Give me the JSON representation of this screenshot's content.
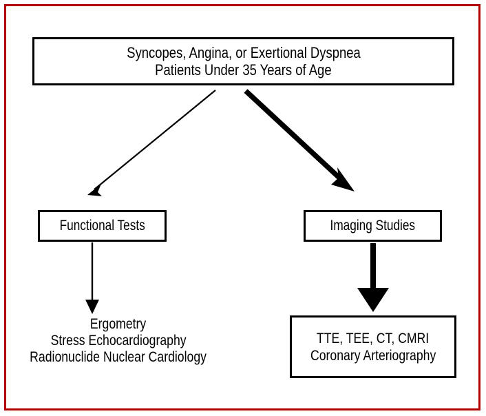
{
  "figure": {
    "type": "flowchart",
    "border_color": "#b00000",
    "line_color": "#000000",
    "background": "#ffffff"
  },
  "nodes": {
    "root": {
      "name": "presenting-complaint",
      "lines": [
        "Syncopes, Angina, or Exertional Dyspnea",
        "Patients Under 35 Years of Age"
      ]
    },
    "functional": {
      "name": "functional-tests",
      "lines": [
        "Functional Tests"
      ]
    },
    "imaging": {
      "name": "imaging-studies",
      "lines": [
        "Imaging Studies"
      ]
    },
    "functional_detail": {
      "name": "functional-tests-detail",
      "lines": [
        "Ergometry",
        "Stress Echocardiography",
        "Radionuclide Nuclear Cardiology"
      ]
    },
    "imaging_detail": {
      "name": "imaging-studies-detail",
      "lines": [
        "TTE, TEE, CT, CMRI",
        "Coronary Arteriography"
      ]
    }
  },
  "edges": [
    {
      "name": "root-to-functional",
      "weight": "thin",
      "from": "root",
      "to": "functional"
    },
    {
      "name": "root-to-imaging",
      "weight": "thick",
      "from": "root",
      "to": "imaging"
    },
    {
      "name": "functional-to-detail",
      "weight": "thin",
      "from": "functional",
      "to": "functional_detail"
    },
    {
      "name": "imaging-to-detail",
      "weight": "thick",
      "from": "imaging",
      "to": "imaging_detail"
    }
  ]
}
